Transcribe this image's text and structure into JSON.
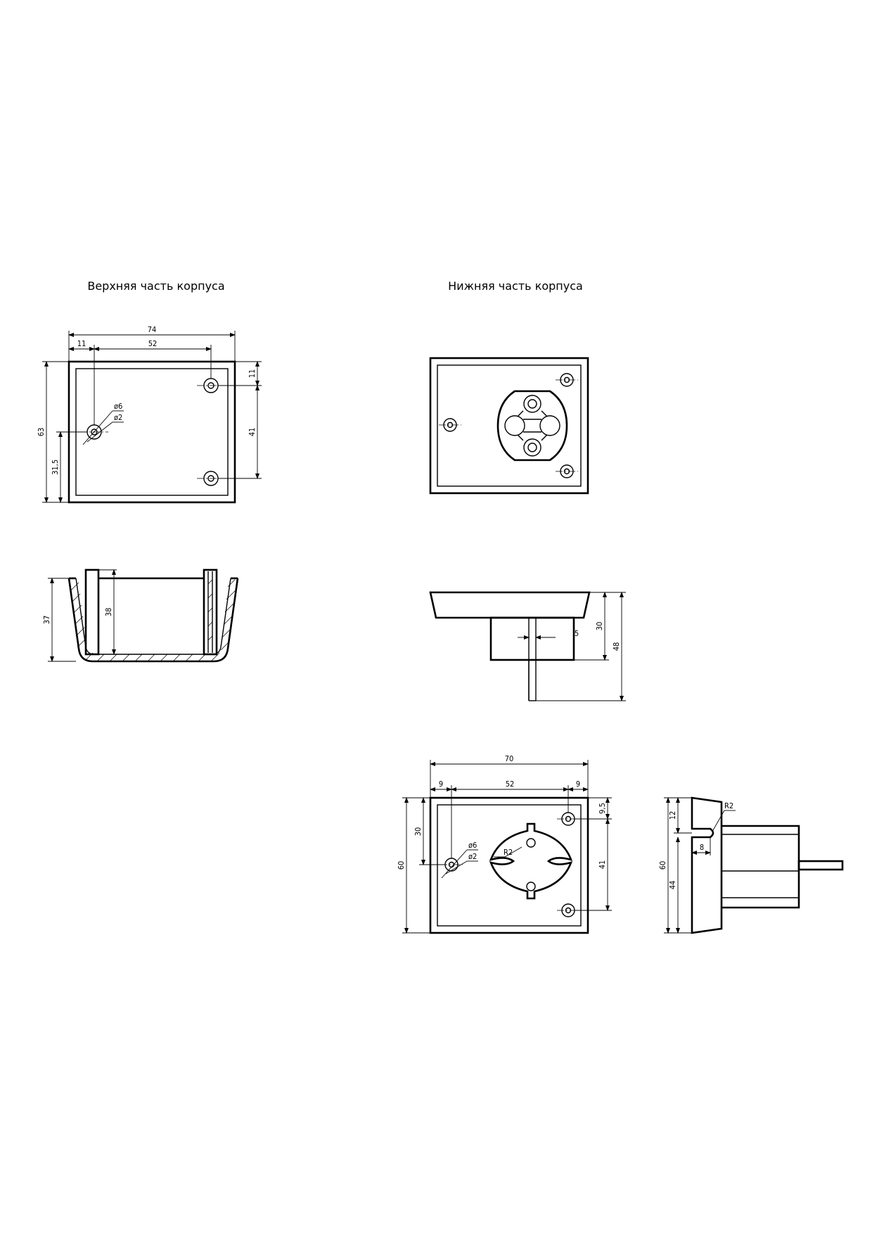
{
  "titles": {
    "upper": "Верхняя часть корпуса",
    "lower": "Нижняя часть корпуса"
  },
  "upper_plan": {
    "width": "74",
    "left_offset": "11",
    "hole_spacing": "52",
    "height": "63",
    "half_height": "31,5",
    "top_offset": "11",
    "vertical_spacing": "41",
    "outer_dia": "ø6",
    "inner_dia": "ø2"
  },
  "upper_section": {
    "height": "37",
    "inner_height": "38"
  },
  "lower_side": {
    "pin_dia": "5",
    "body_height": "30",
    "total_height": "48"
  },
  "lower_plan": {
    "width": "70",
    "left_offset": "9",
    "hole_spacing": "52",
    "right_offset": "9",
    "height": "60",
    "hole_height": "30",
    "top_offset": "9,5",
    "vertical_spacing": "41",
    "outer_dia": "ø6",
    "inner_dia": "ø2",
    "radius": "R2"
  },
  "lower_profile": {
    "radius": "R2",
    "top_gap": "12",
    "slot": "8",
    "height": "60",
    "lower_part": "44"
  }
}
